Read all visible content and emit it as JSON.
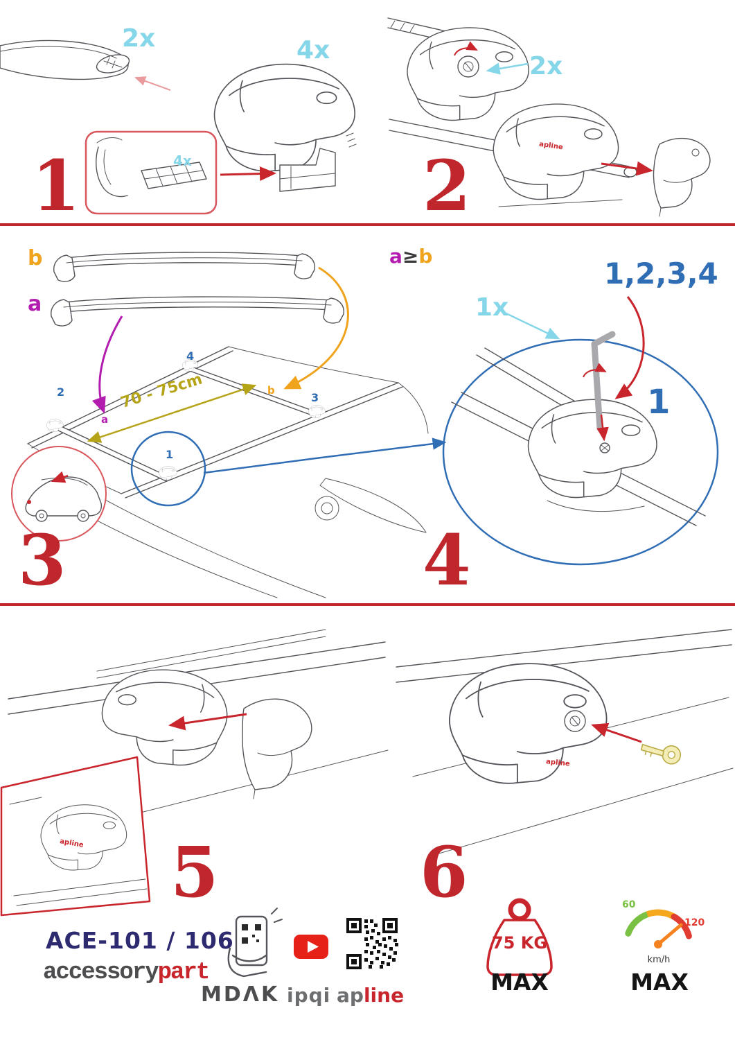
{
  "doc": {
    "model": "ACE-101 / 106",
    "brand": {
      "left": "accessory",
      "right": "part"
    },
    "partners": {
      "mdak": "MDΛK",
      "ipqi": "ipqi",
      "apline_left": "ap",
      "apline_right": "line"
    },
    "product_logo": "apline",
    "limits": {
      "weight": "75 KG",
      "weight_max": "MAX",
      "speed_max": "MAX",
      "speed_low": "60",
      "speed_high": "120",
      "speed_unit": "km/h"
    },
    "accents": {
      "red": "#c0272d",
      "cyan": "#85d6e8",
      "blue": "#2f6db5",
      "purple": "#b21db0",
      "orange": "#f0a31c",
      "olive": "#b5a418",
      "navy": "#2d2a70"
    }
  },
  "steps": {
    "s1": {
      "num": "1",
      "bar_qty": "2x",
      "foot_qty": "4x",
      "pad_qty": "4x"
    },
    "s2": {
      "num": "2",
      "lock_qty": "2x"
    },
    "s3": {
      "num": "3",
      "bar_b": "b",
      "bar_a": "a",
      "span": "70 - 75cm",
      "pos_a": "a",
      "pos_b": "b",
      "pos_1": "1",
      "pos_2": "2",
      "pos_3": "3",
      "pos_4": "4"
    },
    "s4": {
      "num": "4",
      "cond_a": "a",
      "cond_ge": "≥",
      "cond_b": "b",
      "sequence": "1,2,3,4",
      "key_qty": "1x",
      "first": "1"
    },
    "s5": {
      "num": "5"
    },
    "s6": {
      "num": "6"
    }
  }
}
